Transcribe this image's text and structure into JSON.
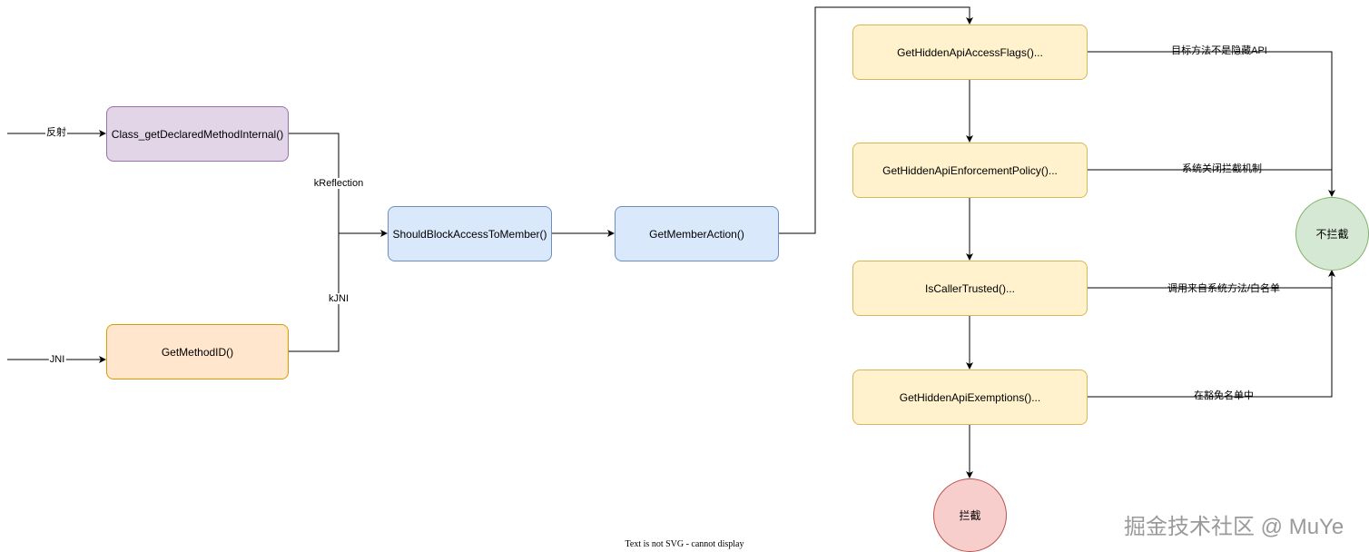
{
  "nodes": {
    "class_get_declared": "Class_getDeclaredMethodInternal()",
    "get_method_id": "GetMethodID()",
    "should_block": "ShouldBlockAccessToMember()",
    "get_member_action": "GetMemberAction()",
    "get_hidden_flags": "GetHiddenApiAccessFlags()...",
    "get_enforcement": "GetHiddenApiEnforcementPolicy()...",
    "is_caller_trusted": "IsCallerTrusted()...",
    "get_exemptions": "GetHiddenApiExemptions()...",
    "not_intercept": "不拦截",
    "intercept": "拦截"
  },
  "edge_labels": {
    "reflection_in": "反射",
    "jni_in": "JNI",
    "k_reflection": "kReflection",
    "k_jni": "kJNI",
    "not_hidden_api": "目标方法不是隐藏API",
    "system_disabled": "系统关闭拦截机制",
    "caller_whitelist": "调用来自系统方法/白名单",
    "in_exemptions": "在豁免名单中"
  },
  "footer": "Text is not SVG - cannot display",
  "watermark": "掘金技术社区 @ MuYe",
  "colors": {
    "purple_fill": "#e1d5e7",
    "orange_fill": "#ffe6cc",
    "blue_fill": "#dae8fc",
    "yellow_fill": "#fff2cc",
    "green_fill": "#d5e8d4",
    "red_fill": "#f8cecc"
  }
}
